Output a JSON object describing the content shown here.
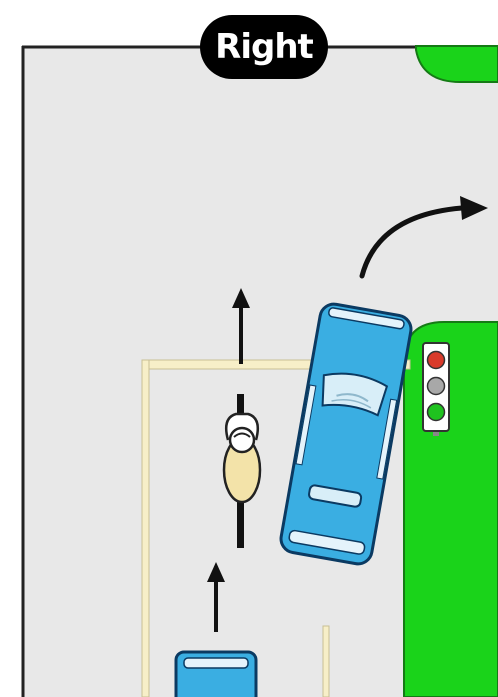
{
  "title": "Right",
  "traffic_light": {
    "lit": "green",
    "lamps": [
      "red",
      "off",
      "green"
    ]
  },
  "colors": {
    "road": "#e8e8e8",
    "grass": "#1ad31a",
    "car": "#3aaee2",
    "car_outline": "#0b3a62",
    "title_bg": "#000000",
    "title_text": "#ffffff",
    "red_lamp": "#d93a2b",
    "green_lamp": "#1fc21f"
  }
}
